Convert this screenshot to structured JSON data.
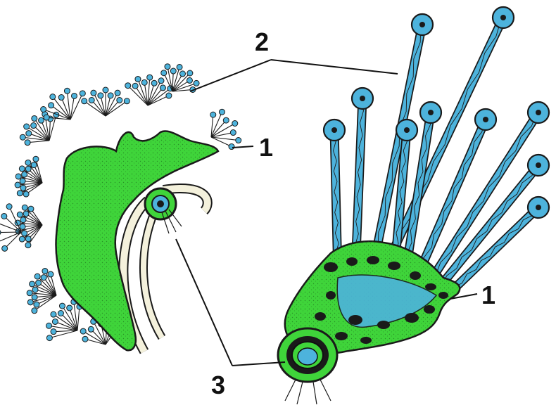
{
  "labels": {
    "one_left": "1",
    "one_right": "1",
    "two": "2",
    "three": "3"
  },
  "colors": {
    "body": "#3fd43a",
    "tentacle": "#4db3dc",
    "outline": "#1a1a1a",
    "tube": "#f4f1dc",
    "bg": "#ffffff"
  }
}
